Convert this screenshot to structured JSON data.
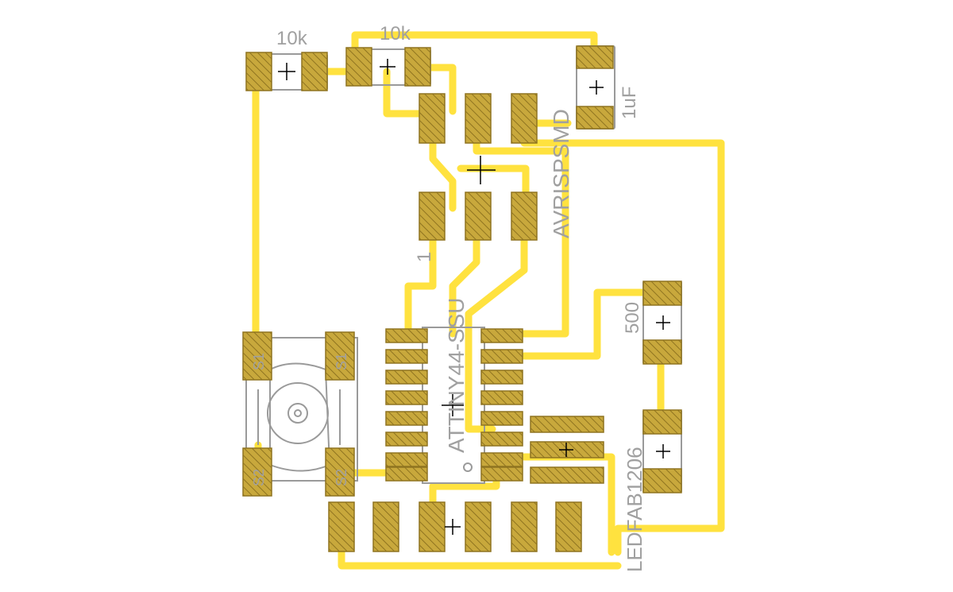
{
  "colors": {
    "trace": "#ffe23f",
    "pad": "#c8a83c",
    "pad_hatch": "#8f7420",
    "outline": "#9a9a9a",
    "label": "#a0a0a0",
    "cross": "#000000",
    "background": "#ffffff"
  },
  "labels": {
    "r1_value": "10k",
    "r2_value": "10k",
    "c1_value": "1uF",
    "header_name": "AVRISPSMD",
    "header_pin1": "1",
    "chip_name": "ATTINY44-SSU",
    "r3_value": "500",
    "led_name": "LEDFAB1206",
    "sw_pad_ul": "S1",
    "sw_pad_ur": "S1",
    "sw_pad_ll": "S2",
    "sw_pad_lr": "S2"
  }
}
